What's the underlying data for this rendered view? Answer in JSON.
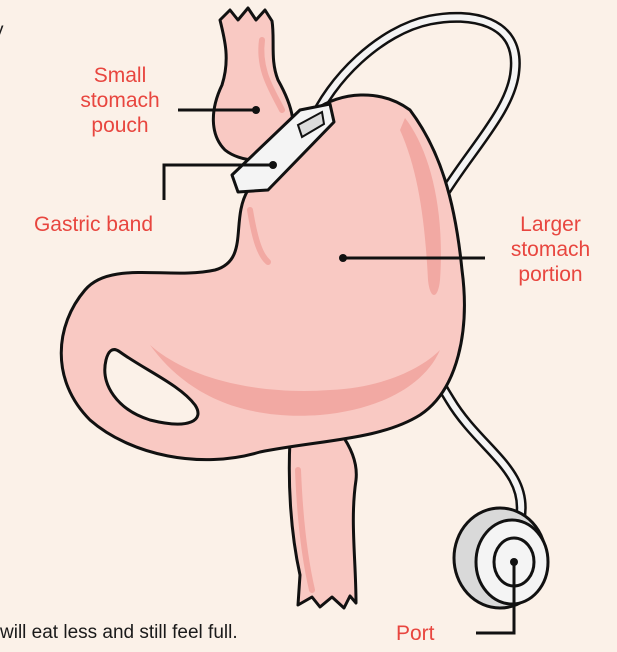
{
  "labels": {
    "small_stomach_pouch": [
      "Small",
      "stomach",
      "pouch"
    ],
    "gastric_band": "Gastric band",
    "larger_stomach_portion": [
      "Larger",
      "stomach",
      "portion"
    ],
    "port": "Port"
  },
  "caption_fragment": "will eat less and still feel full.",
  "top_left_fragment": "y",
  "colors": {
    "background": "#fbf1e8",
    "stomach_fill": "#f9c9c3",
    "stomach_shade": "#f2a9a3",
    "outline": "#111111",
    "band_fill": "#f4f4f4",
    "label_text": "#e8463f"
  }
}
